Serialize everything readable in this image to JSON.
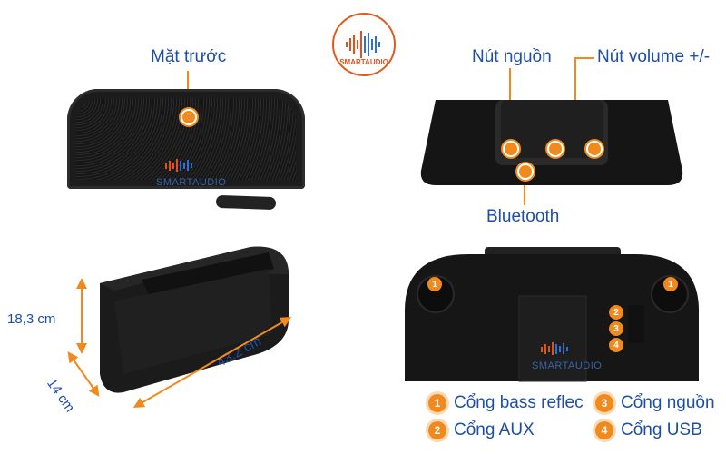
{
  "logo": {
    "text": "SMARTAUDIO"
  },
  "labels": {
    "front": "Mặt trước",
    "power_button": "Nút nguồn",
    "volume_button": "Nút volume +/-",
    "bluetooth": "Bluetooth"
  },
  "dimensions": {
    "height": "18,3 cm",
    "depth": "14 cm",
    "width": "43.2 cm"
  },
  "ports": [
    {
      "num": "1",
      "label": "Cổng bass reflec"
    },
    {
      "num": "2",
      "label": "Cổng AUX"
    },
    {
      "num": "3",
      "label": "Cổng nguồn"
    },
    {
      "num": "4",
      "label": "Cổng USB"
    }
  ],
  "watermark": "SMARTAUDIO",
  "colors": {
    "accent": "#f08a1e",
    "label": "#1e4fa6",
    "device": "#1c1c1c"
  }
}
